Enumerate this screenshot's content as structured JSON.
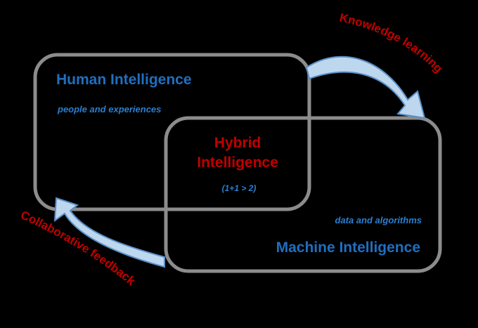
{
  "human": {
    "title": "Human Intelligence",
    "subtitle": "people and experiences"
  },
  "machine": {
    "title": "Machine Intelligence",
    "subtitle": "data and algorithms"
  },
  "hybrid": {
    "title_line1": "Hybrid",
    "title_line2": "Intelligence",
    "formula": "(1+1 > 2)"
  },
  "arrows": {
    "top_label": "Knowledge  learning",
    "bottom_label": "Collaborative feedback"
  },
  "colors": {
    "background": "#000000",
    "box_stroke": "#8c8c8c",
    "title_blue": "#1f6fc0",
    "subtitle_blue": "#2a7fd0",
    "hybrid_red": "#c00000",
    "arrow_fill": "#bdd7ee",
    "arrow_stroke": "#5b8fc7"
  }
}
